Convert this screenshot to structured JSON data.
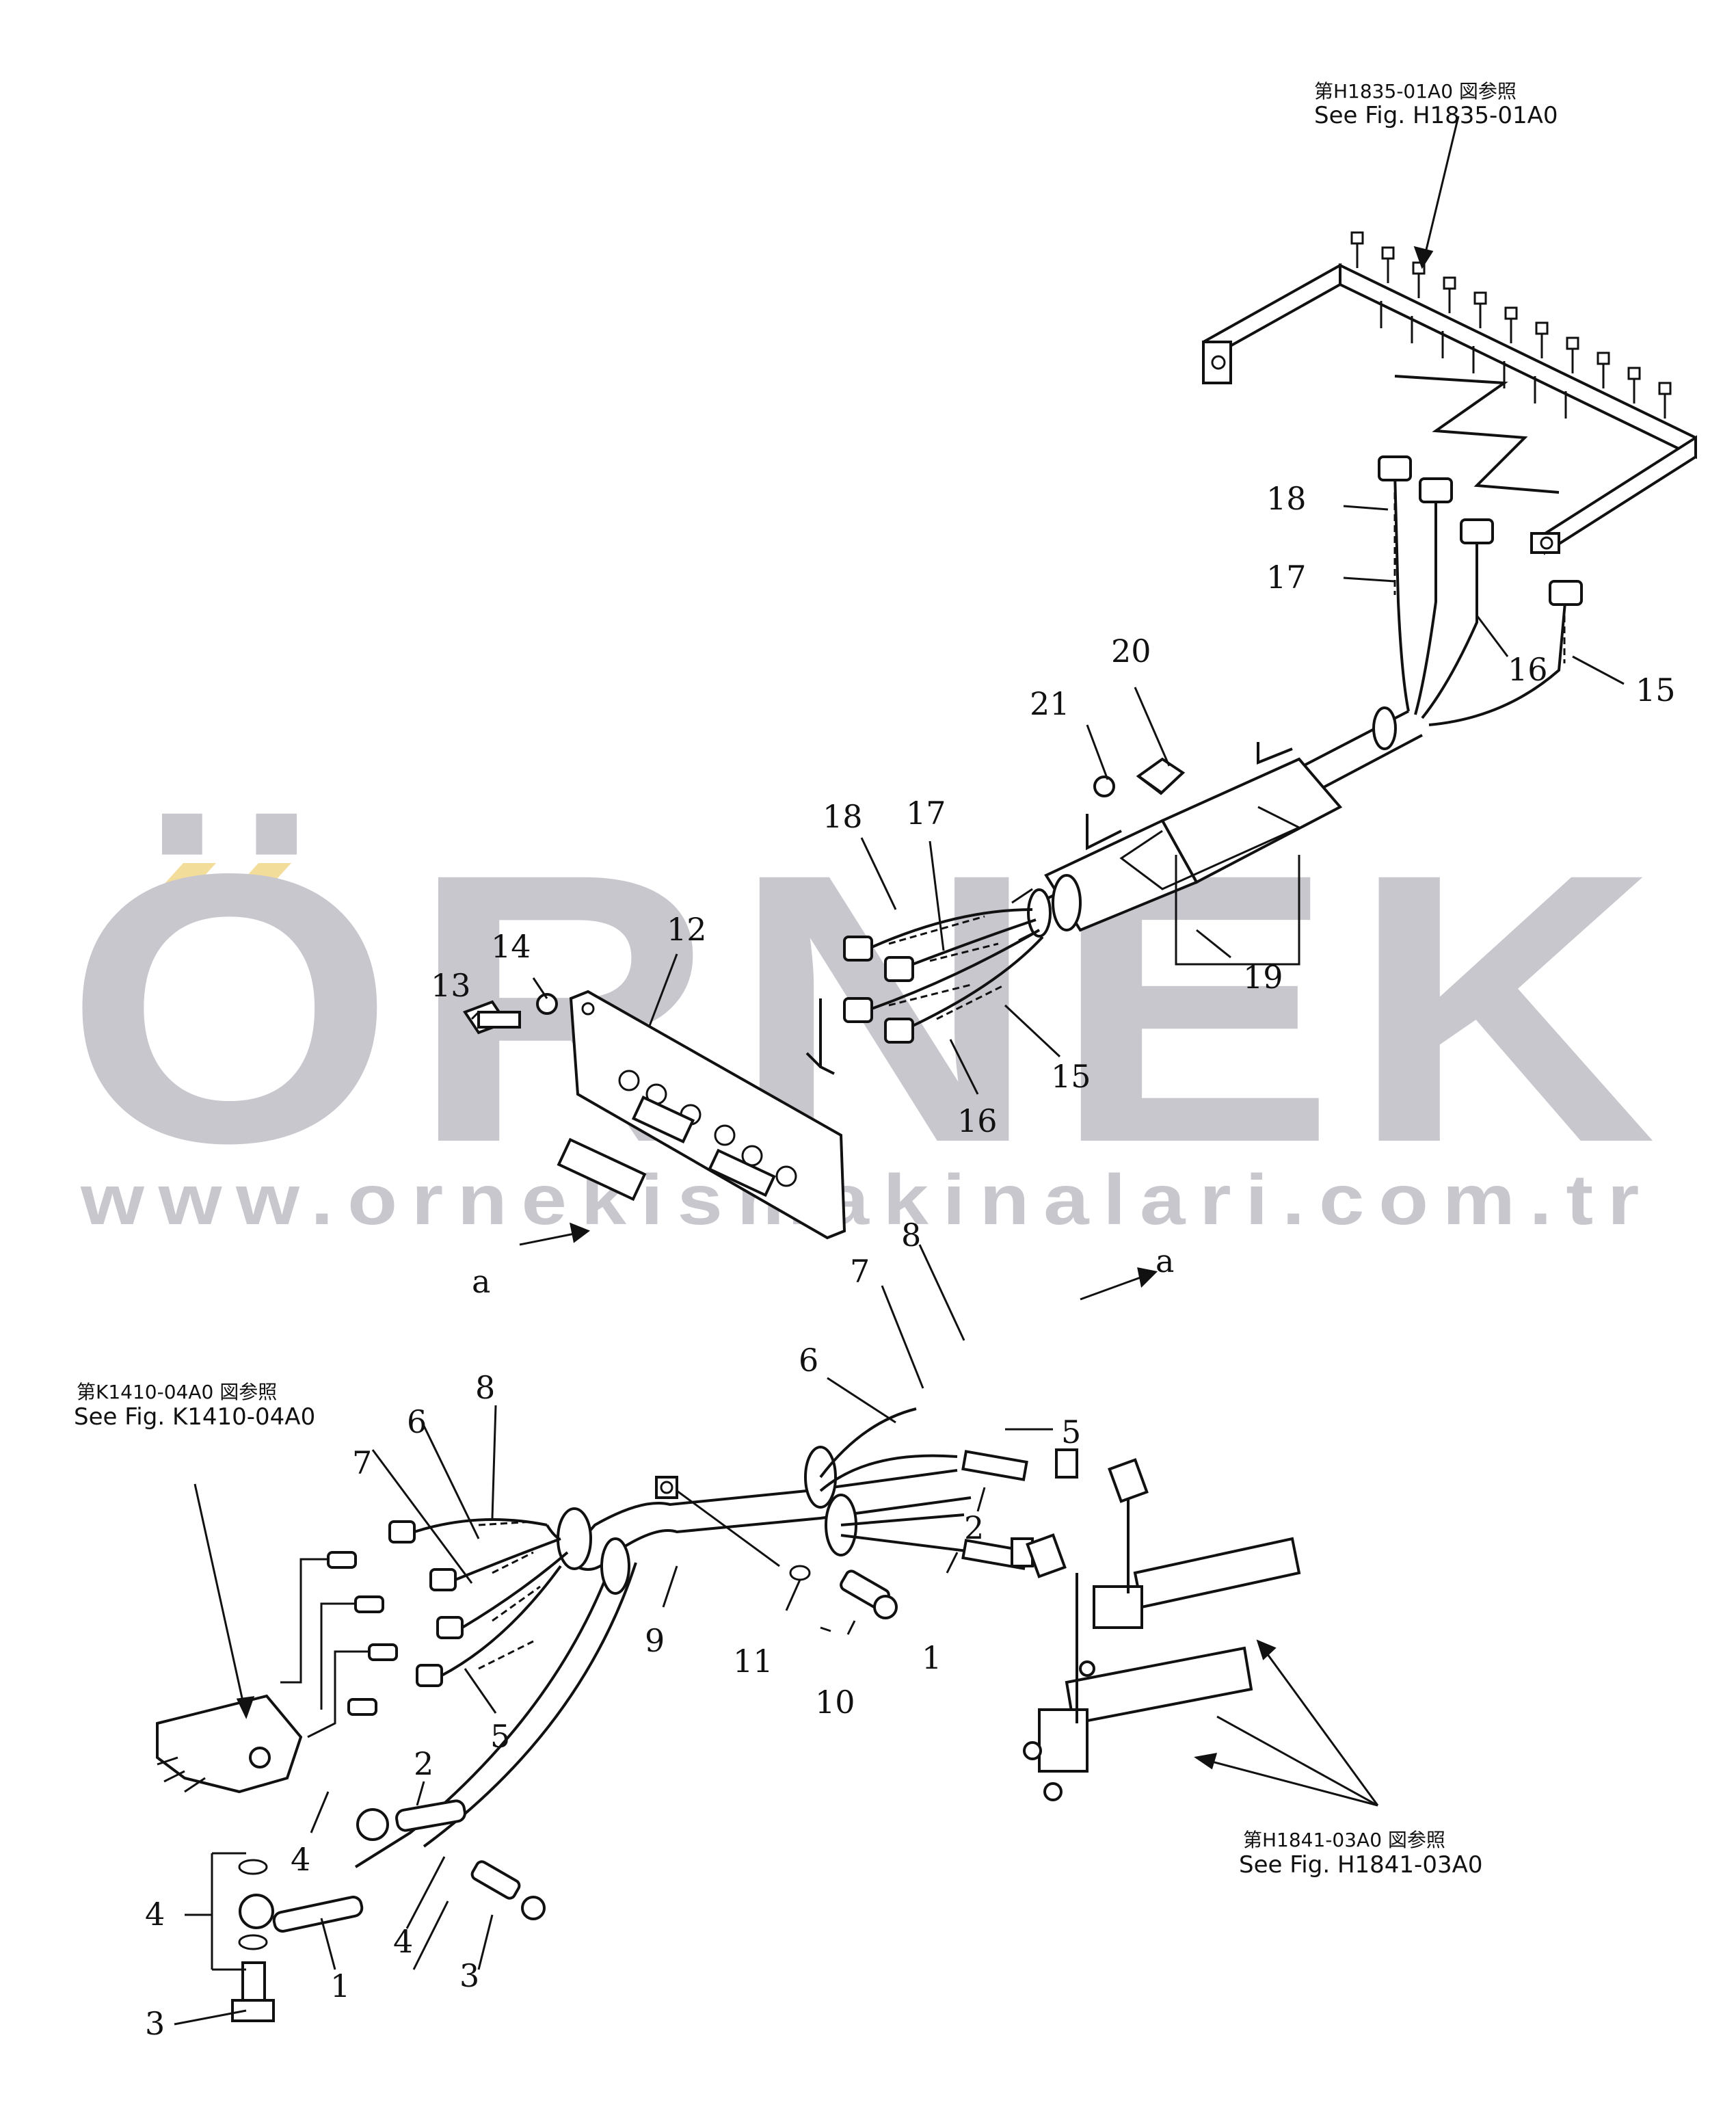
{
  "watermark": {
    "brand": "ÖRNEK",
    "url": "www.ornekismakinalari.com.tr",
    "color": "#c9c7ce",
    "accent": "#f3dd9b"
  },
  "references": [
    {
      "id": "ref-h1835",
      "jp": "第H1835-01A0 図参照",
      "en": "See Fig. H1835-01A0"
    },
    {
      "id": "ref-k1410",
      "jp": "第K1410-04A0 図参照",
      "en": "See Fig. K1410-04A0"
    },
    {
      "id": "ref-h1841",
      "jp": "第H1841-03A0 図参照",
      "en": "See Fig. H1841-03A0"
    }
  ],
  "callouts": {
    "c18a": "18",
    "c17a": "17",
    "c16a": "16",
    "c15a": "15",
    "c20": "20",
    "c21": "21",
    "c18b": "18",
    "c17b": "17",
    "c12": "12",
    "c14": "14",
    "c13": "13",
    "c16b": "16",
    "c15b": "15",
    "c19": "19",
    "cA1": "a",
    "cA2": "a",
    "c8a": "8",
    "c7a": "7",
    "c6a": "6",
    "c5a": "5",
    "c2a": "2",
    "c1a": "1",
    "c11": "11",
    "c10": "10",
    "c9": "9",
    "c8b": "8",
    "c6b": "6",
    "c7b": "7",
    "c5b": "5",
    "c2b": "2",
    "c4a": "4",
    "c4b": "4",
    "c4c": "4",
    "c1b": "1",
    "c3a": "3",
    "c3b": "3"
  }
}
